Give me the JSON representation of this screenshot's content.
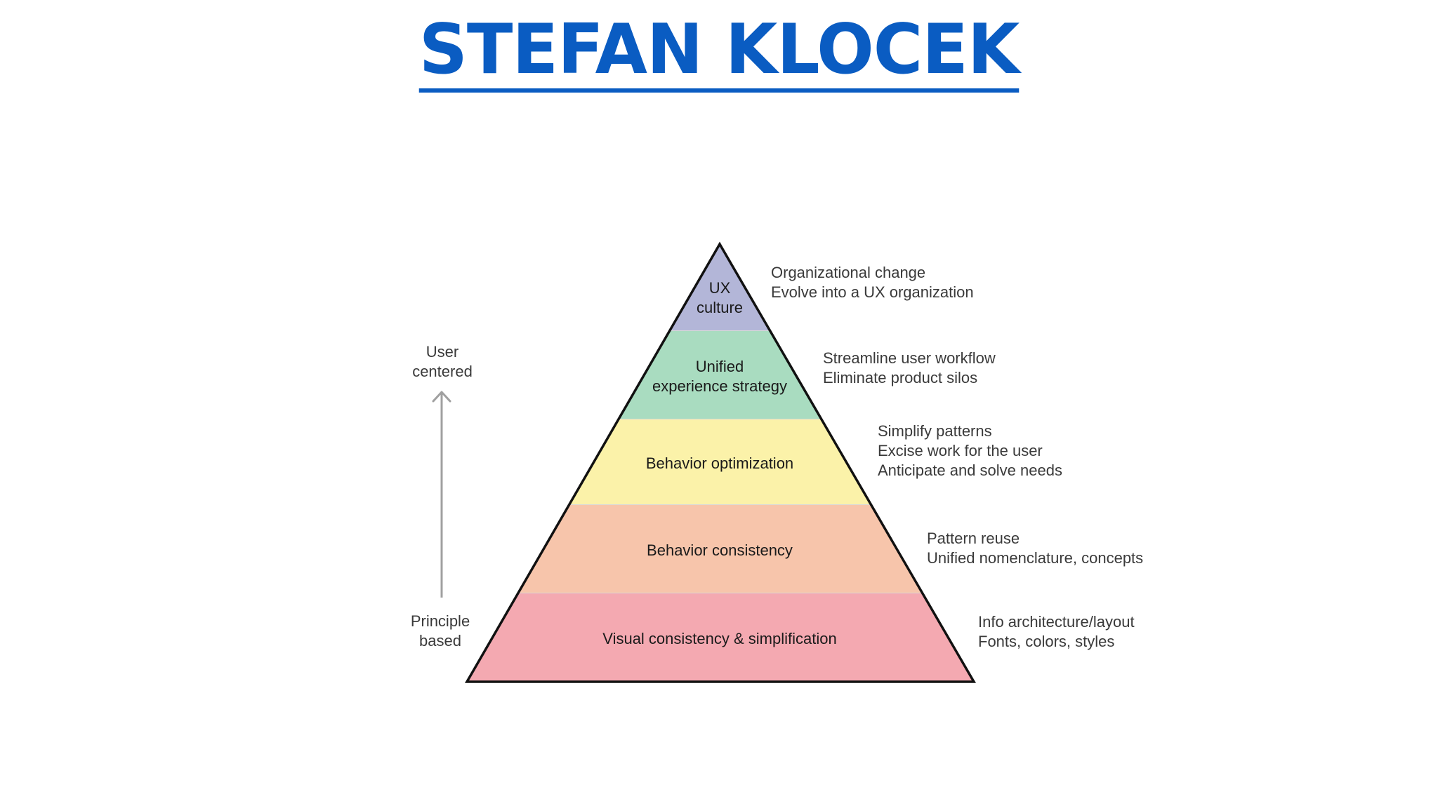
{
  "header": {
    "title": "STEFAN KLOCEK",
    "title_color": "#0a5cc2"
  },
  "pyramid": {
    "outline_color": "#111111",
    "tiers": [
      {
        "label_lines": [
          "UX",
          "culture"
        ],
        "fill": "#b3b6d8",
        "notes": [
          "Organizational change",
          "Evolve into a UX organization"
        ]
      },
      {
        "label_lines": [
          "Unified",
          "experience strategy"
        ],
        "fill": "#a9dcc0",
        "notes": [
          "Streamline user workflow",
          "Eliminate product silos"
        ]
      },
      {
        "label_lines": [
          "Behavior optimization"
        ],
        "fill": "#fbf2a9",
        "notes": [
          "Simplify patterns",
          "Excise work for the user",
          "Anticipate and solve needs"
        ]
      },
      {
        "label_lines": [
          "Behavior consistency"
        ],
        "fill": "#f7c5ab",
        "notes": [
          "Pattern reuse",
          "Unified nomenclature, concepts"
        ]
      },
      {
        "label_lines": [
          "Visual consistency & simplification"
        ],
        "fill": "#f4a9b1",
        "notes": [
          "Info architecture/layout",
          "Fonts, colors, styles"
        ]
      }
    ]
  },
  "axis": {
    "top_label_lines": [
      "User",
      "centered"
    ],
    "bottom_label_lines": [
      "Principle",
      "based"
    ],
    "arrow_color": "#a0a0a0"
  }
}
